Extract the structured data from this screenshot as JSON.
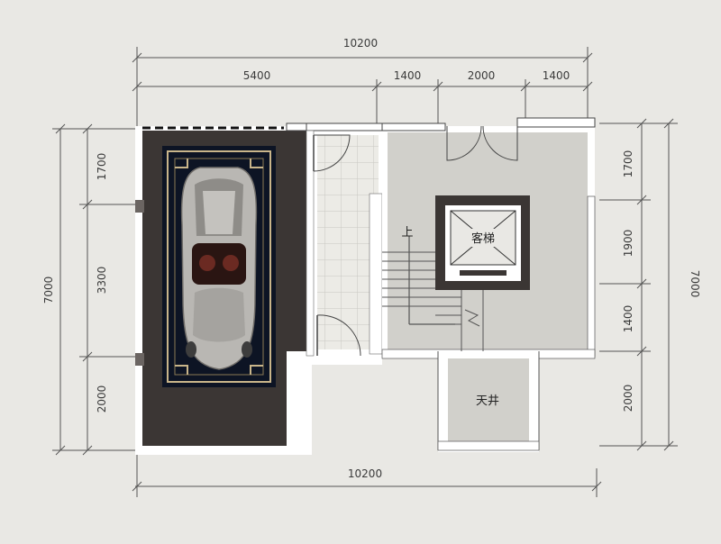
{
  "dimensions": {
    "top_total": "10200",
    "top_segments": [
      "5400",
      "1400",
      "2000",
      "1400"
    ],
    "bottom_total": "10200",
    "left_total": "7000",
    "left_segments": [
      "1700",
      "3300",
      "2000"
    ],
    "right_total": "7000",
    "right_segments": [
      "1700",
      "1900",
      "1400",
      "2000"
    ]
  },
  "rooms": {
    "elevator": "客梯",
    "courtyard": "天井",
    "stair_up": "上"
  },
  "colors": {
    "paper": "#e9e8e4",
    "garage_floor": "#3b3634",
    "interior_floor": "#d1d0cb",
    "wall": "#ffffff",
    "line": "#4a4a4a"
  }
}
